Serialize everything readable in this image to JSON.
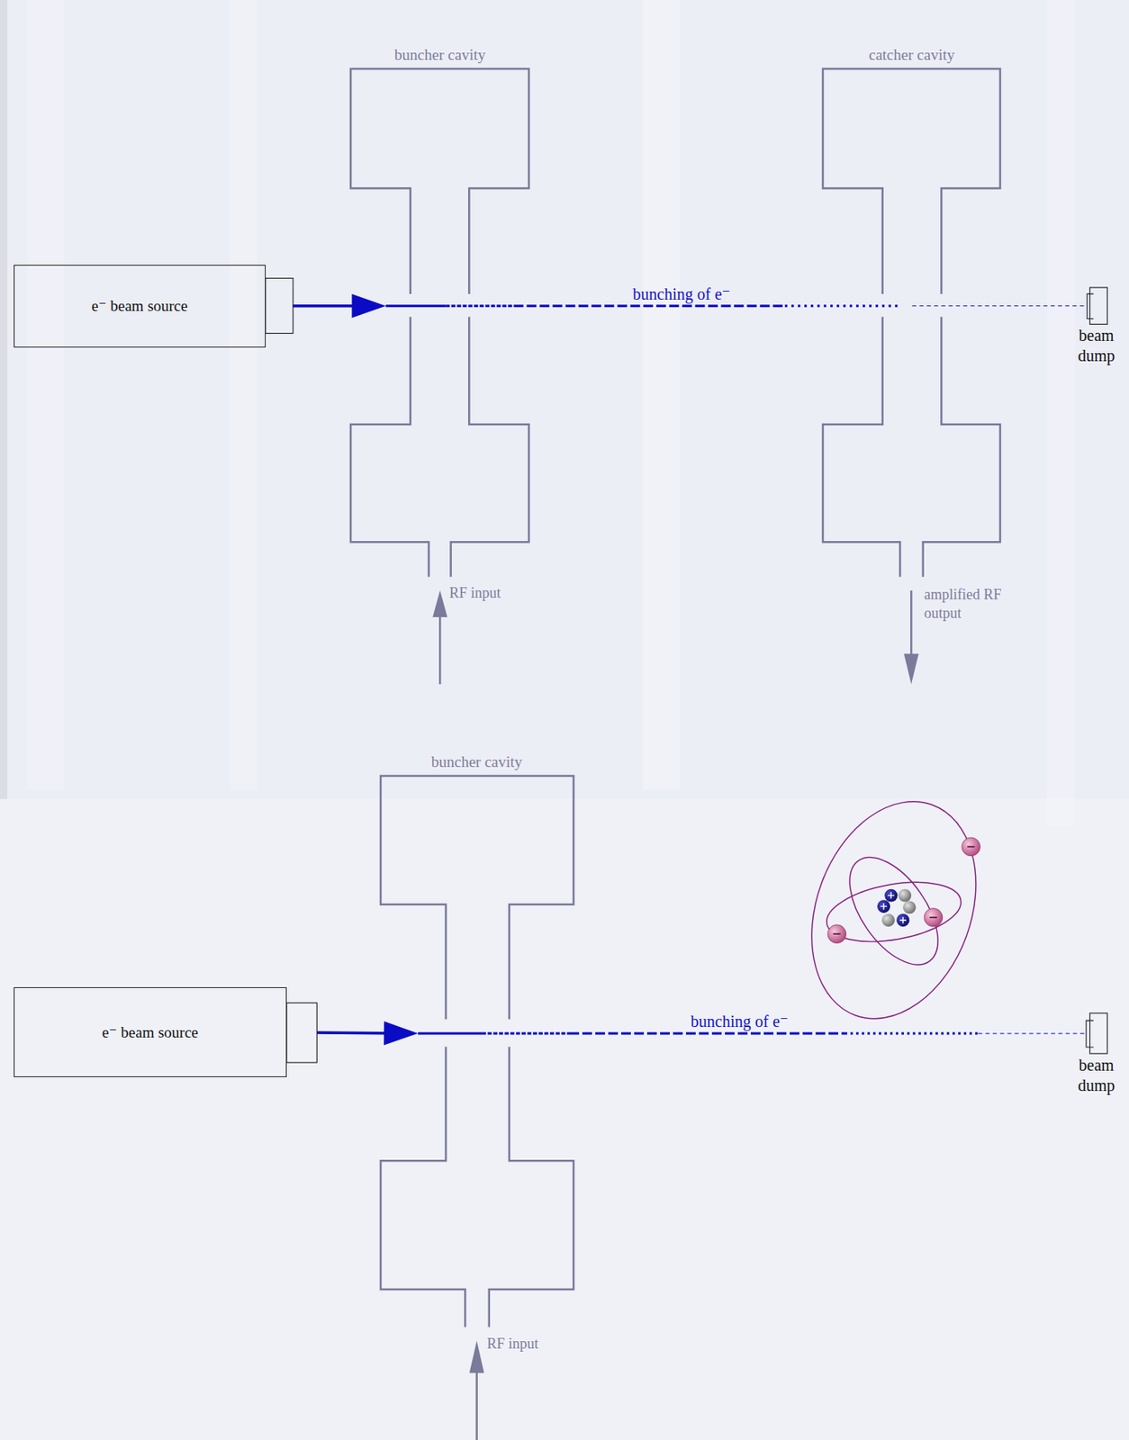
{
  "diagram": {
    "nodes": [
      {
        "text": [
          "e⁻ beam source"
        ]
      },
      {
        "text": [
          "buncher cavity"
        ]
      },
      {
        "text": [
          "catcher cavity"
        ]
      },
      {
        "text": [
          "beam dump"
        ]
      },
      {
        "text": [
          "e⁻ beam source"
        ]
      },
      {
        "text": [
          "buncher cavity"
        ]
      },
      {
        "text": [
          "beam dump"
        ]
      }
    ],
    "edges": [
      {
        "from": 0,
        "to": 1,
        "arrow": "to"
      },
      {
        "from": 1,
        "to": 2,
        "label": "bunching of e⁻",
        "arrow": "none"
      },
      {
        "from": 2,
        "to": 3,
        "arrow": "none"
      },
      {
        "from": 4,
        "to": 5,
        "arrow": "to"
      },
      {
        "from": 5,
        "to": 6,
        "label": "bunching of e⁻",
        "arrow": "none"
      }
    ],
    "labels": [
      "RF input",
      "amplified RF output",
      "RF input"
    ]
  }
}
